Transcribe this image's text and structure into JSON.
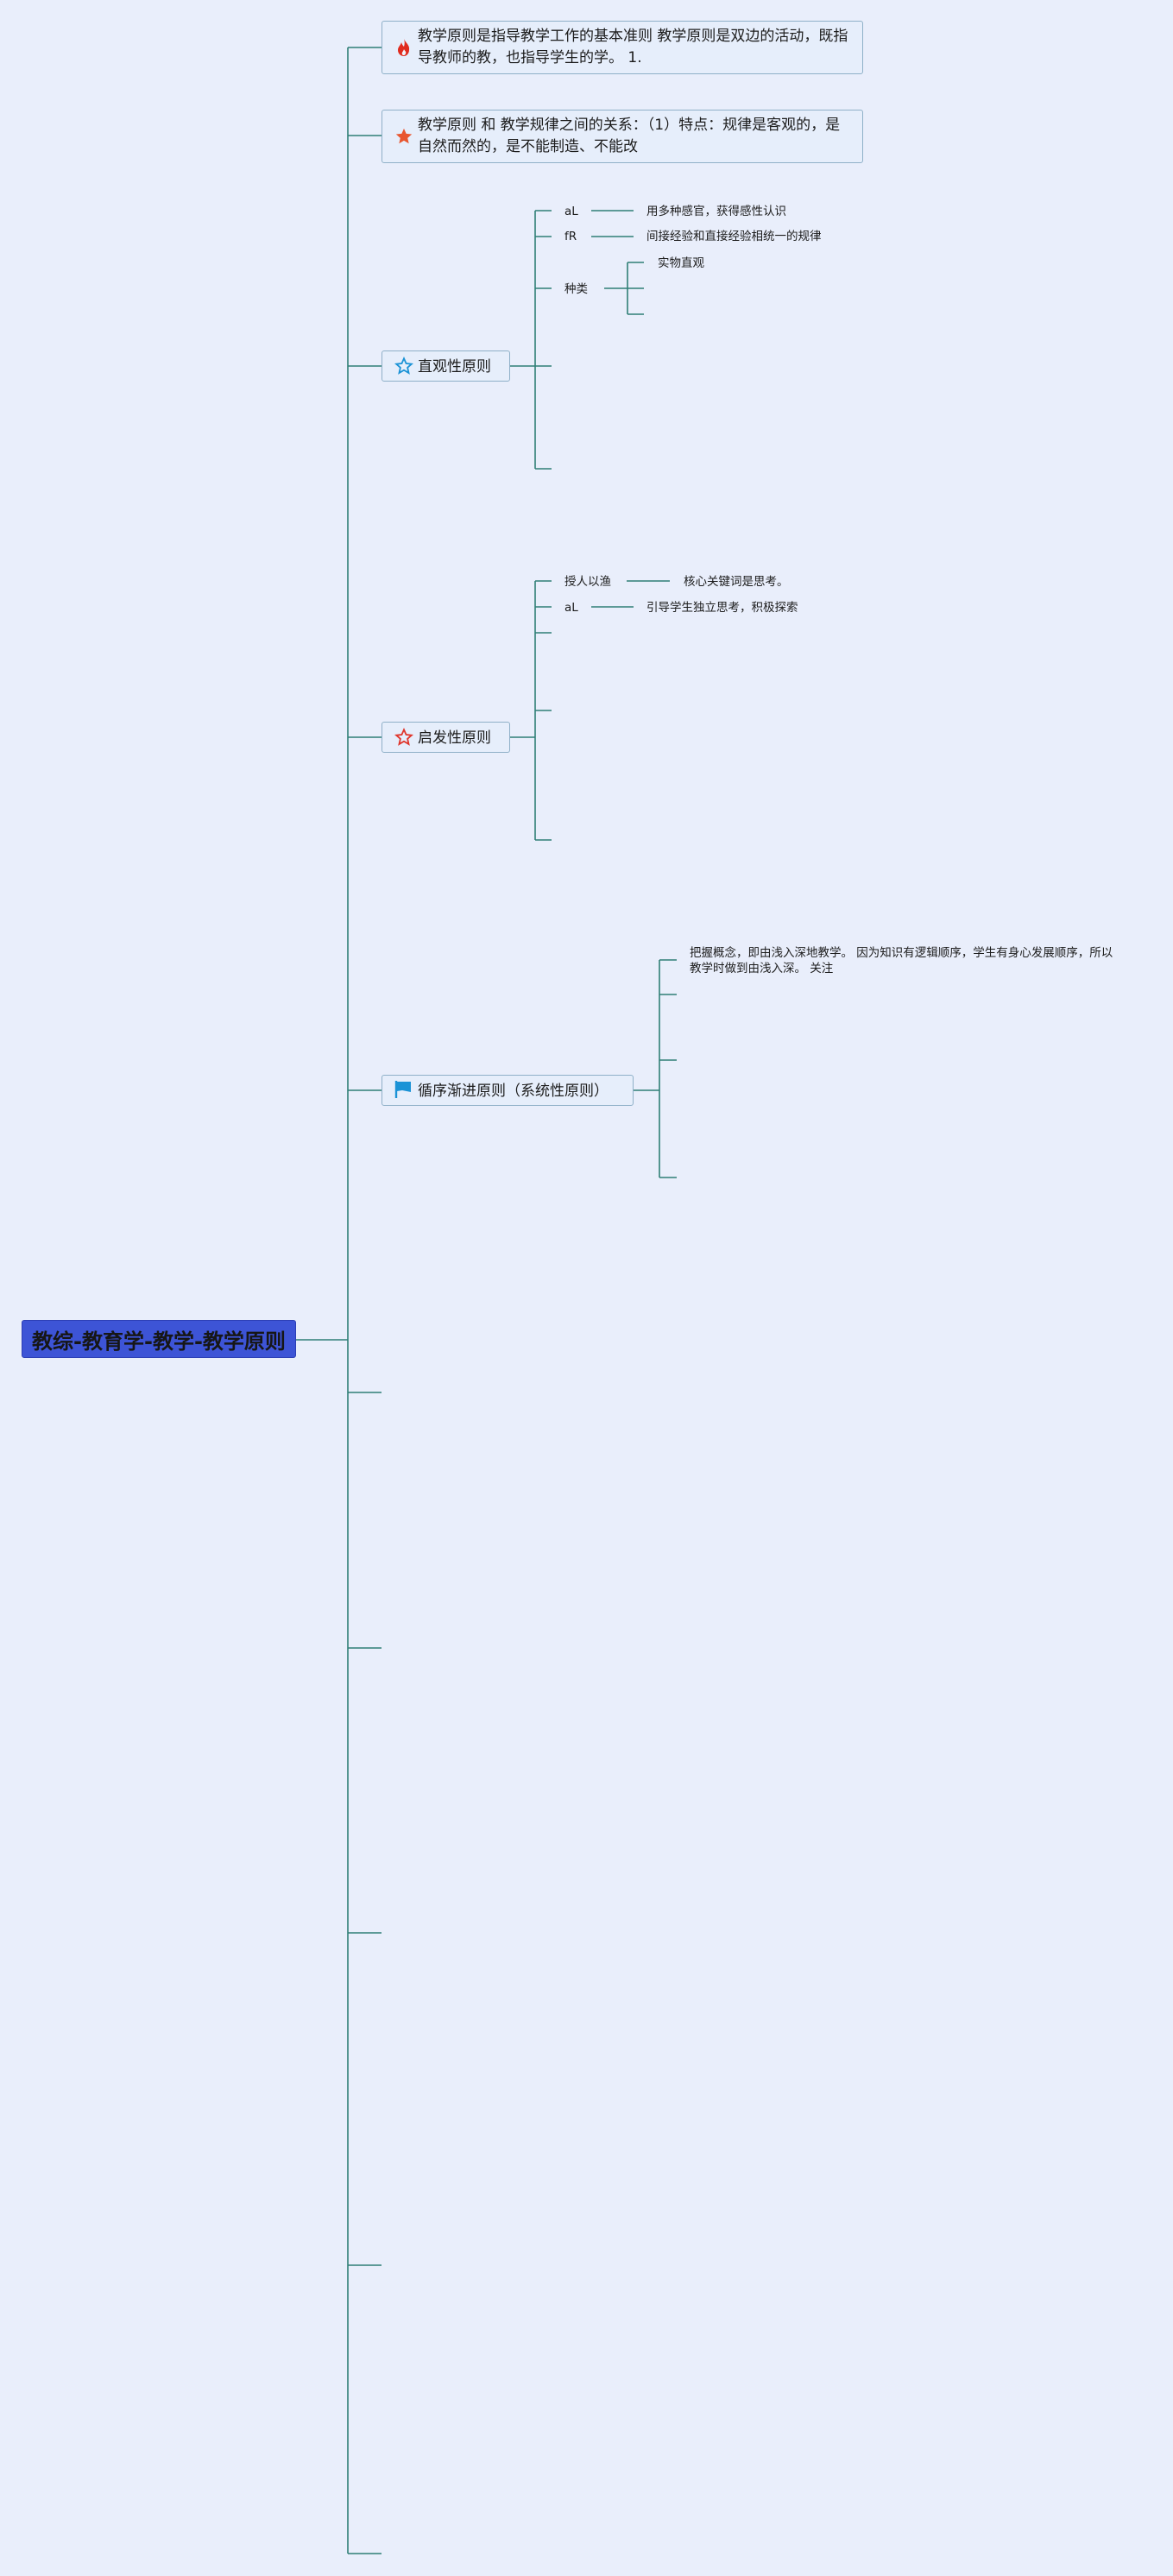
{
  "root": {
    "label": "教综-教育学-教学-教学原则"
  },
  "topics": {
    "t1": {
      "label": "教学原则是指导教学工作的基本准则 教学原则是双边的活动，既指导教师的教，也指导学生的学。 1.",
      "icon": "fire-icon",
      "icon_color": "#e02b1e"
    },
    "t2": {
      "label": "教学原则 和 教学规律之间的关系：（1）特点：规律是客观的，是自然而然的，是不能制造、不能改",
      "icon": "star-solid-icon",
      "icon_color": "#e8562f"
    },
    "t3": {
      "label": "直观性原则",
      "icon": "star-outline-icon",
      "icon_color": "#1b93d6",
      "children": [
        {
          "label": "aL",
          "detail": "用多种感官，获得感性认识"
        },
        {
          "label": "fR",
          "detail": "间接经验和直接经验相统一的规律"
        },
        {
          "label": "种类",
          "subs": [
            "实物直观"
          ]
        }
      ]
    },
    "t4": {
      "label": "启发性原则",
      "icon": "star-outline-icon",
      "icon_color": "#e0352b",
      "children": [
        {
          "label": "授人以渔",
          "detail": "核心关键词是思考。"
        },
        {
          "label": "aL",
          "detail": "引导学生独立思考，积极探索"
        }
      ]
    },
    "t5": {
      "label": "循序渐进原则（系统性原则）",
      "icon": "flag-icon",
      "icon_color": "#1b93d6",
      "children": [
        {
          "detail": "把握概念，即由浅入深地教学。 因为知识有逻辑顺序，学生有身心发展顺序，所以教学时做到由浅入深。 关注"
        }
      ]
    }
  },
  "colors": {
    "line": "#2f7f76",
    "background": "#e9eefb",
    "root_fill": "#3d54d6",
    "topic_border": "#8fb0c8"
  }
}
